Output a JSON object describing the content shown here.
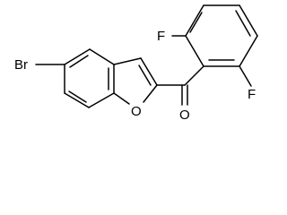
{
  "molecule": {
    "atoms": {
      "bromine": "Br",
      "oxygen_ring": "O",
      "oxygen_carbonyl": "O",
      "fluorine_top": "F",
      "fluorine_bottom": "F"
    }
  },
  "colors": {
    "bond": "#000000",
    "background": "#ffffff"
  }
}
